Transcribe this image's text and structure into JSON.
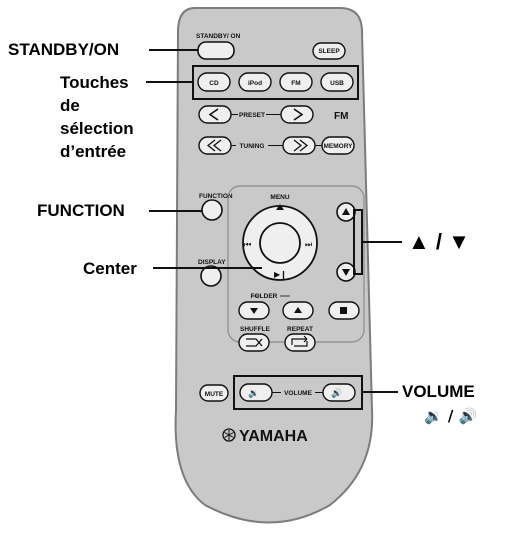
{
  "callouts": {
    "standby_on": "STANDBY/ON",
    "input_select_line1": "Touches",
    "input_select_line2": "de",
    "input_select_line3": "sélection",
    "input_select_line4": "d’entrée",
    "function": "FUNCTION",
    "center": "Center",
    "up_down": "▲ / ▼",
    "volume": "VOLUME",
    "volume_symbols": "🔉 / 🔊"
  },
  "remote": {
    "standby_label": "STANDBY/ ON",
    "sleep_label": "SLEEP",
    "input_buttons": [
      "CD",
      "iPod",
      "FM",
      "USB"
    ],
    "preset_label": "PRESET",
    "fm_label": "FM",
    "tuning_label": "TUNING",
    "memory_label": "MEMORY",
    "function_label": "FUNCTION",
    "menu_label": "MENU",
    "display_label": "DISPLAY",
    "folder_label": "FOLDER",
    "shuffle_label": "SHUFFLE",
    "repeat_label": "REPEAT",
    "mute_label": "MUTE",
    "volume_label": "VOLUME",
    "brand": "YAMAHA"
  },
  "colors": {
    "body": "#c9c9c9",
    "body_edge": "#8a8a8a",
    "button": "#efefef",
    "ink": "#111111"
  }
}
